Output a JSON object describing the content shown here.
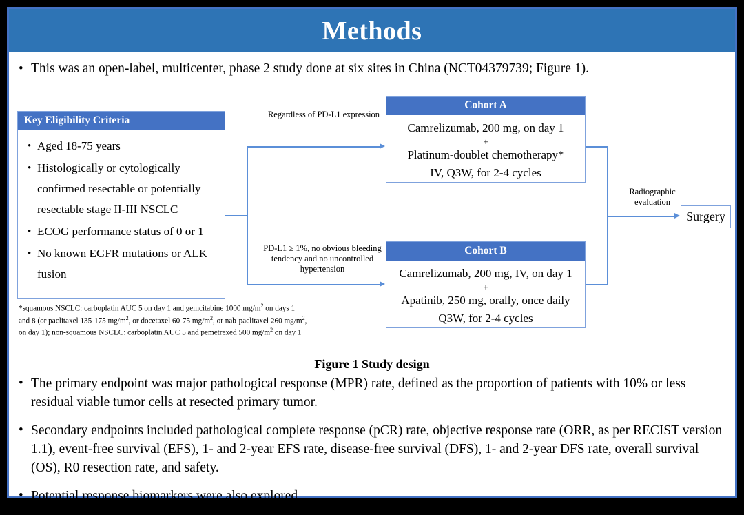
{
  "slide": {
    "title": "Methods",
    "intro_bullet": "This was an open-label, multicenter, phase 2 study done at six sites in China (NCT04379739; Figure 1).",
    "figure_caption": "Figure 1 Study design",
    "bullet_marker": "•"
  },
  "figure": {
    "eligibility": {
      "header": "Key  Eligibility Criteria",
      "items": [
        "Aged 18-75 years",
        "Histologically or cytologically confirmed resectable or potentially resectable stage II-III  NSCLC",
        "ECOG performance status of 0 or 1",
        "No known EGFR mutations or ALK fusion"
      ]
    },
    "footnote_parts": {
      "p1": "*squamous NSCLC: carboplatin AUC 5 on day 1 and gemcitabine 1000 mg/m",
      "p2": " on days 1 and 8 (or paclitaxel 135-175  mg/m",
      "p3": ", or docetaxel 60-75 mg/m",
      "p4": ", or nab-paclitaxel 260 mg/m",
      "p5": ", on day 1); non-squamous NSCLC: carboplatin AUC 5 and pemetrexed 500 mg/m",
      "p6": " on day 1",
      "sup": "2"
    },
    "branch_label_top": "Regardless  of PD-L1 expression",
    "branch_label_bottom": "PD-L1 ≥ 1%, no obvious bleeding tendency and no uncontrolled  hypertension",
    "branch_label_radiographic": "Radiographic evaluation",
    "cohort_a": {
      "header": "Cohort A",
      "line1": "Camrelizumab, 200 mg, on day 1",
      "plus": "+",
      "line2": "Platinum-doublet chemotherapy*",
      "line3": "IV, Q3W, for 2-4 cycles"
    },
    "cohort_b": {
      "header": "Cohort B",
      "line1": "Camrelizumab, 200 mg, IV, on day 1",
      "plus": "+",
      "line2": "Apatinib, 250 mg, orally, once daily",
      "line3": "Q3W, for 2-4 cycles"
    },
    "surgery": "Surgery"
  },
  "lower_bullets": [
    "The primary endpoint was major pathological response (MPR) rate, defined as the proportion of patients with 10% or less residual viable tumor cells at resected primary tumor.",
    "Secondary endpoints included pathological complete response (pCR) rate, objective response rate (ORR, as per RECIST version 1.1), event-free survival (EFS), 1- and 2-year EFS rate, disease-free survival (DFS), 1- and 2-year DFS rate, overall survival (OS), R0 resection rate, and safety.",
    "Potential response biomarkers were also explored."
  ],
  "colors": {
    "title_bar": "#2E74B5",
    "box_header": "#4472C4",
    "connector": "#5B8FD8",
    "slide_border": "#4472C4",
    "background": "#000000"
  }
}
